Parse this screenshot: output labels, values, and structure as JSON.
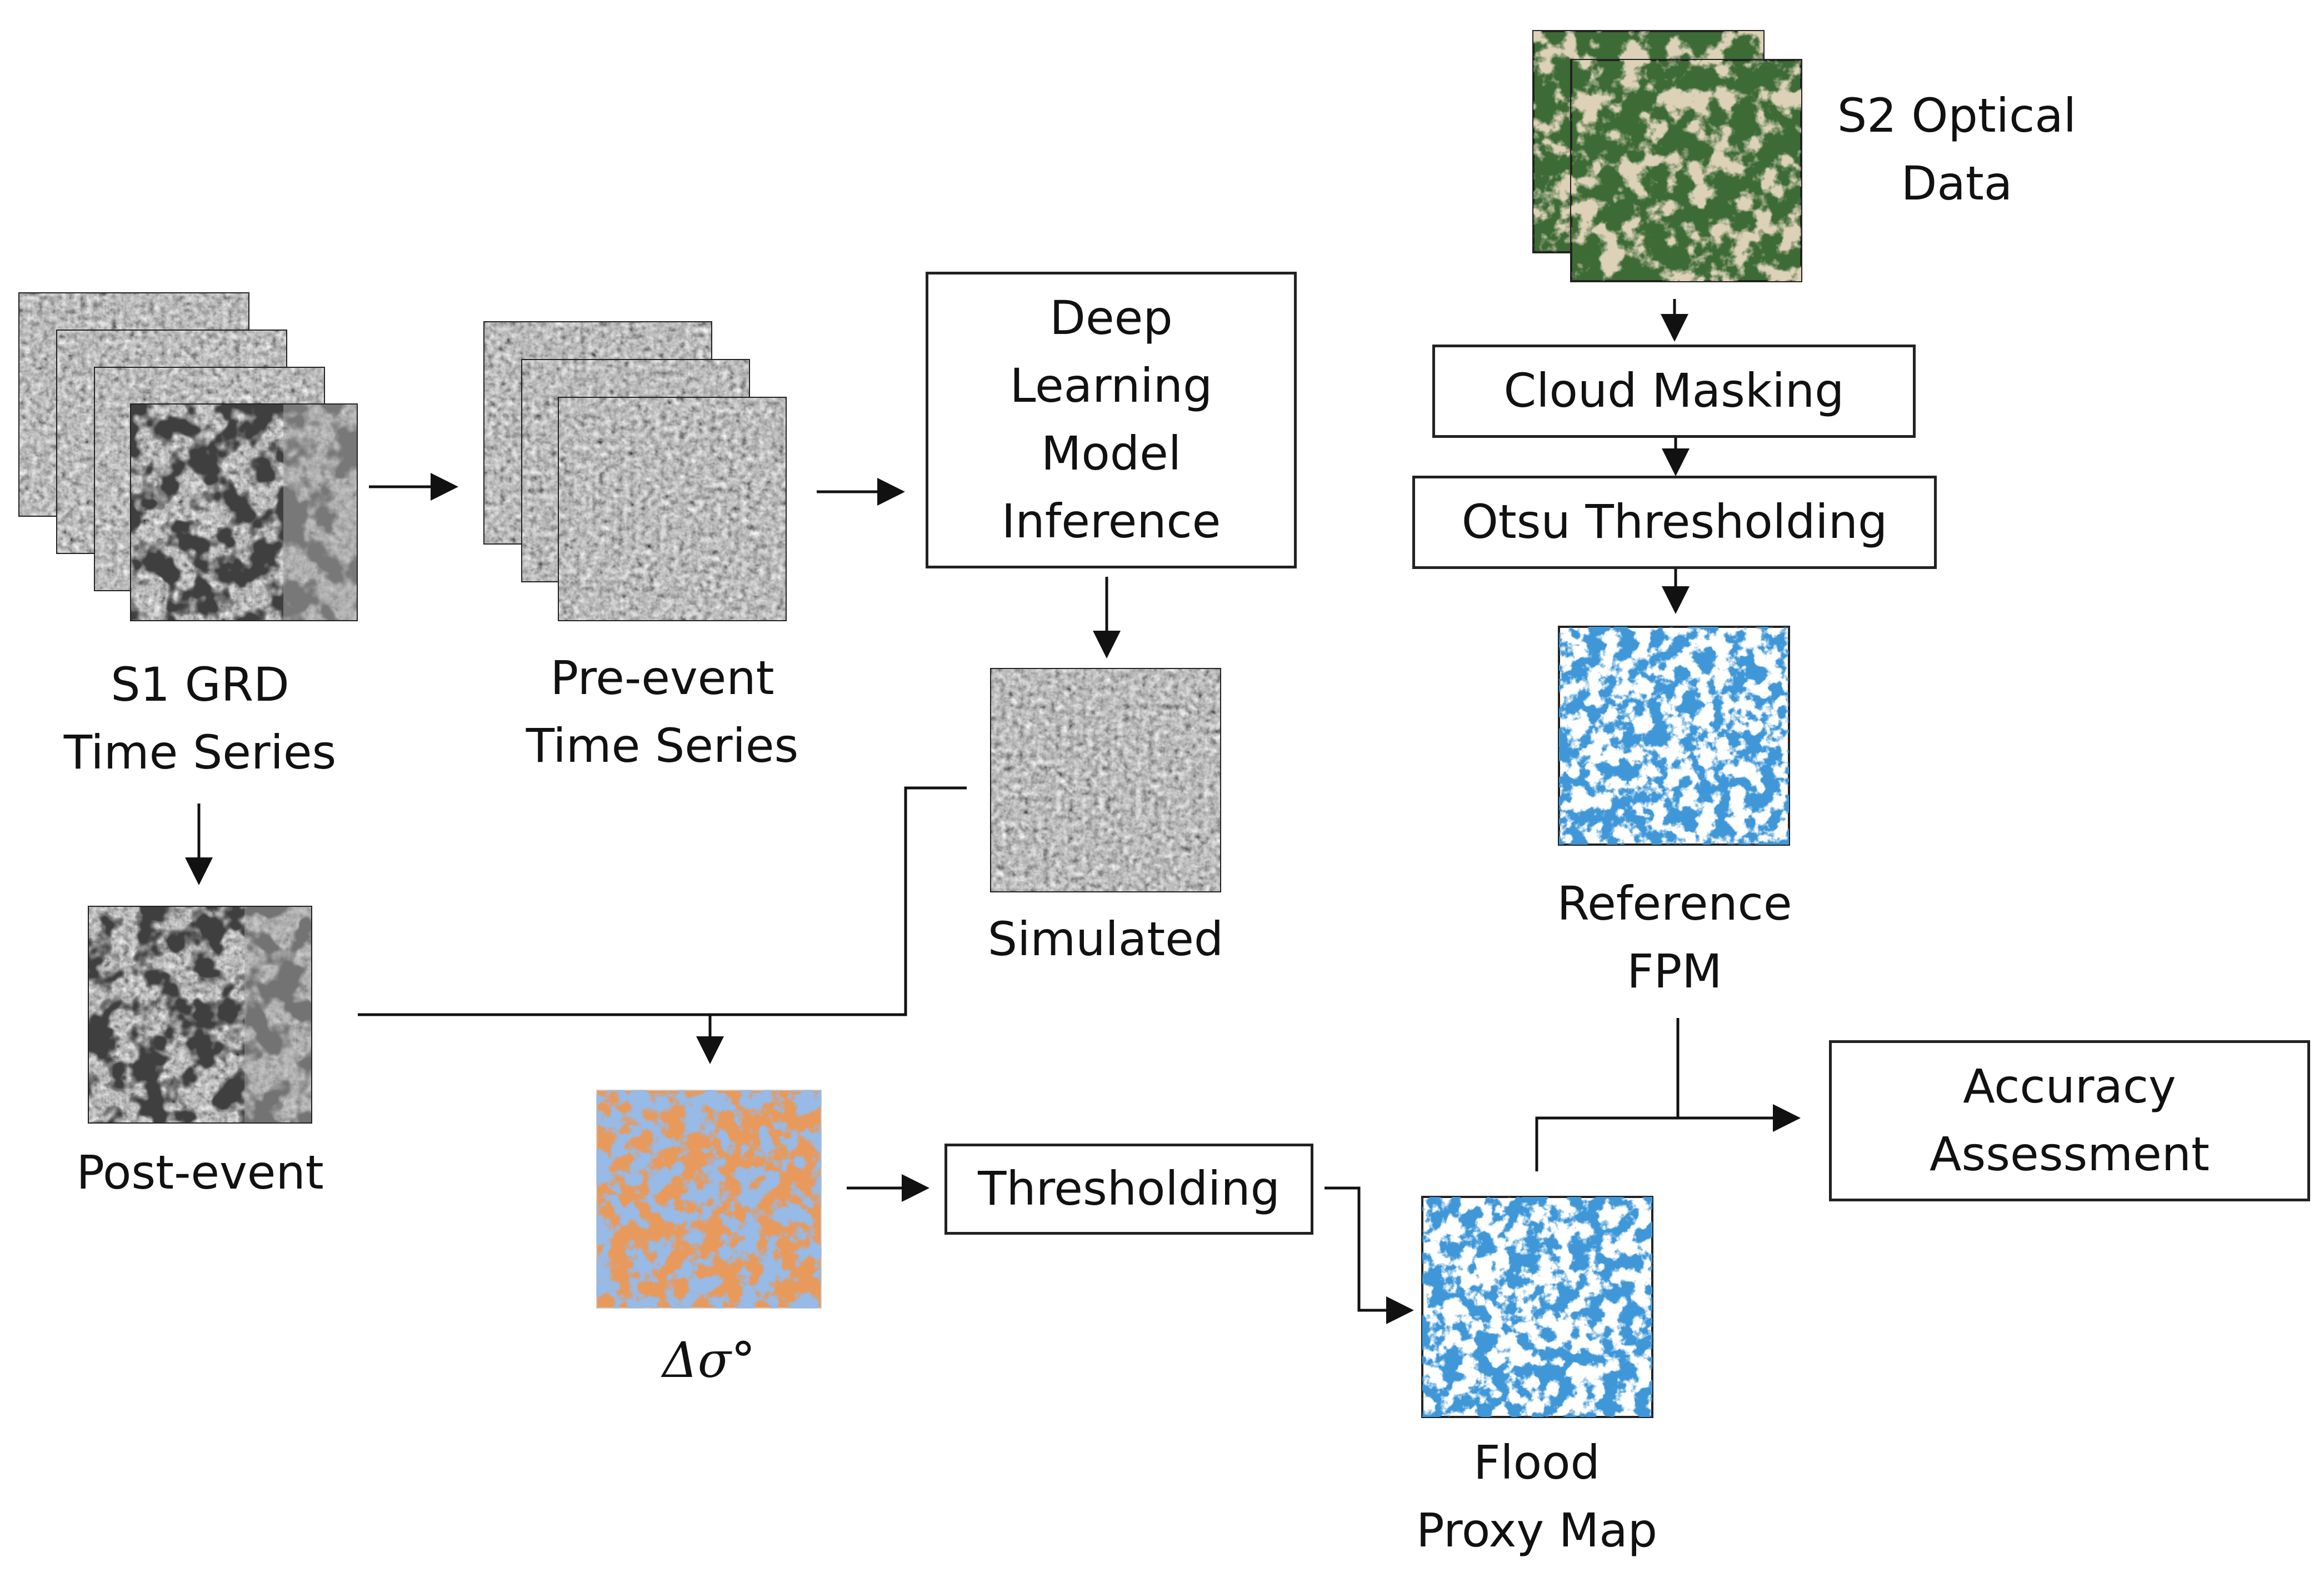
{
  "labels": {
    "s1_grd": "S1 GRD\nTime Series",
    "pre_event": "Pre-event\nTime Series",
    "simulated": "Simulated",
    "post_event": "Post-event",
    "delta_sigma": "Δσ°",
    "s2_optical": "S2 Optical\nData",
    "reference_fpm": "Reference\nFPM",
    "flood_proxy_map": "Flood\nProxy Map"
  },
  "boxes": {
    "deep_learning": "Deep\nLearning\nModel\nInference",
    "cloud_masking": "Cloud Masking",
    "otsu": "Otsu Thresholding",
    "thresholding": "Thresholding",
    "accuracy": "Accuracy\nAssessment"
  },
  "colors": {
    "sar_dark": "#1a1a1a",
    "sar_light": "#9a9a9a",
    "flood_blue": "#0d4fb0",
    "diff_orange": "#e89a5c",
    "diff_blue": "#4f7ec9",
    "optical_green": "#3d6b35",
    "optical_tan": "#b9a37a"
  }
}
